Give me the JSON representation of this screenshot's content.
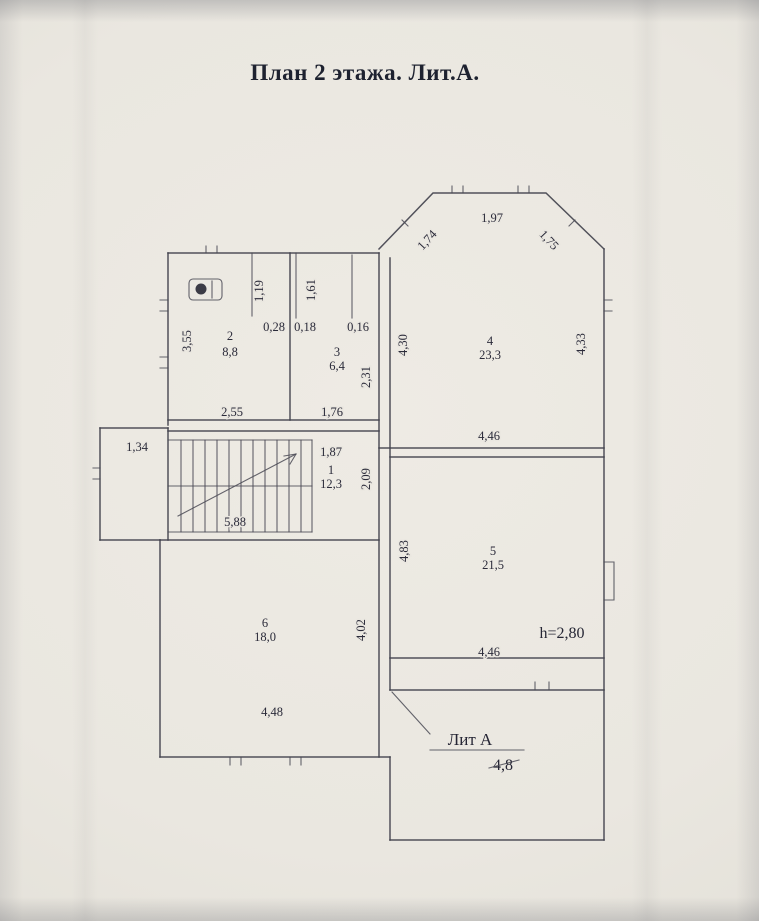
{
  "page": {
    "title": "План 2 этажа. Лит.А."
  },
  "rooms": {
    "r1": {
      "num": "1",
      "area": "12,3"
    },
    "r2": {
      "num": "2",
      "area": "8,8"
    },
    "r3": {
      "num": "3",
      "area": "6,4"
    },
    "r4": {
      "num": "4",
      "area": "23,3"
    },
    "r5": {
      "num": "5",
      "area": "21,5"
    },
    "r6": {
      "num": "6",
      "area": "18,0"
    }
  },
  "dims": {
    "room2_left_height": "3,55",
    "room2_width": "2,55",
    "stub_left": "1,19",
    "stub_mid": "1,61",
    "wall_028": "0,28",
    "wall_018": "0,18",
    "wall_016": "0,16",
    "room3_width": "1,76",
    "room3_right_height": "2,31",
    "room4_left_height": "4,30",
    "bay_left": "1,74",
    "bay_top": "1,97",
    "bay_right": "1,75",
    "room4_right_height": "4,33",
    "room4_width": "4,46",
    "landing_width": "1,34",
    "hall_width": "1,87",
    "hall_height": "2,09",
    "stairs_width": "5,88",
    "room5_left_height": "4,83",
    "room5_width": "4,46",
    "room6_right_height": "4,02",
    "room6_width": "4,48"
  },
  "notes": {
    "ceiling_height": "h=2,80",
    "annex_label": "Лит А",
    "annex_value": "4,8"
  }
}
